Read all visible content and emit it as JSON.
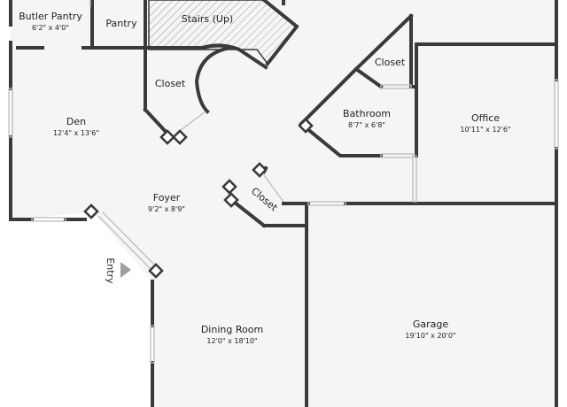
{
  "rooms": {
    "butler_pantry": {
      "name": "Butler Pantry",
      "dim": "6'2\" x 4'0\""
    },
    "pantry": {
      "name": "Pantry"
    },
    "stairs": {
      "name": "Stairs (Up)"
    },
    "closet_stairs": {
      "name": "Closet"
    },
    "closet_bath": {
      "name": "Closet"
    },
    "bathroom": {
      "name": "Bathroom",
      "dim": "8'7\" x 6'8\""
    },
    "office": {
      "name": "Office",
      "dim": "10'11\" x 12'6\""
    },
    "den": {
      "name": "Den",
      "dim": "12'4\" x 13'6\""
    },
    "foyer": {
      "name": "Foyer",
      "dim": "9'2\" x 8'9\""
    },
    "closet_foyer": {
      "name": "Closet"
    },
    "entry": {
      "name": "Entry"
    },
    "dining": {
      "name": "Dining Room",
      "dim": "12'0\" x 18'10\""
    },
    "garage": {
      "name": "Garage",
      "dim": "19'10\" x 20'0\""
    }
  }
}
